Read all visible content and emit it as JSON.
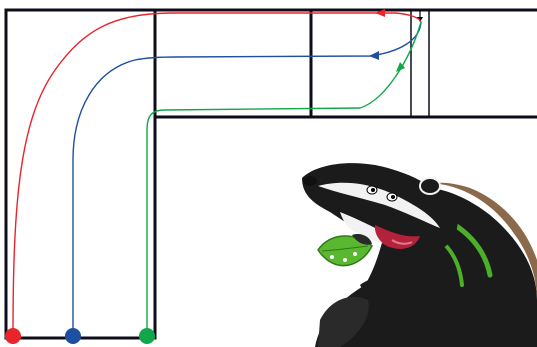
{
  "diagram": {
    "walls_color": "#0d0d1a",
    "routes": [
      {
        "name": "red",
        "color": "#e8242c"
      },
      {
        "name": "blue",
        "color": "#1f4fa0"
      },
      {
        "name": "green",
        "color": "#12a64a"
      }
    ],
    "start_point_colors": [
      "#e8242c",
      "#1f4fa0",
      "#12a64a"
    ],
    "mascot": {
      "kind": "cartoon badger holding a green leaf"
    }
  }
}
